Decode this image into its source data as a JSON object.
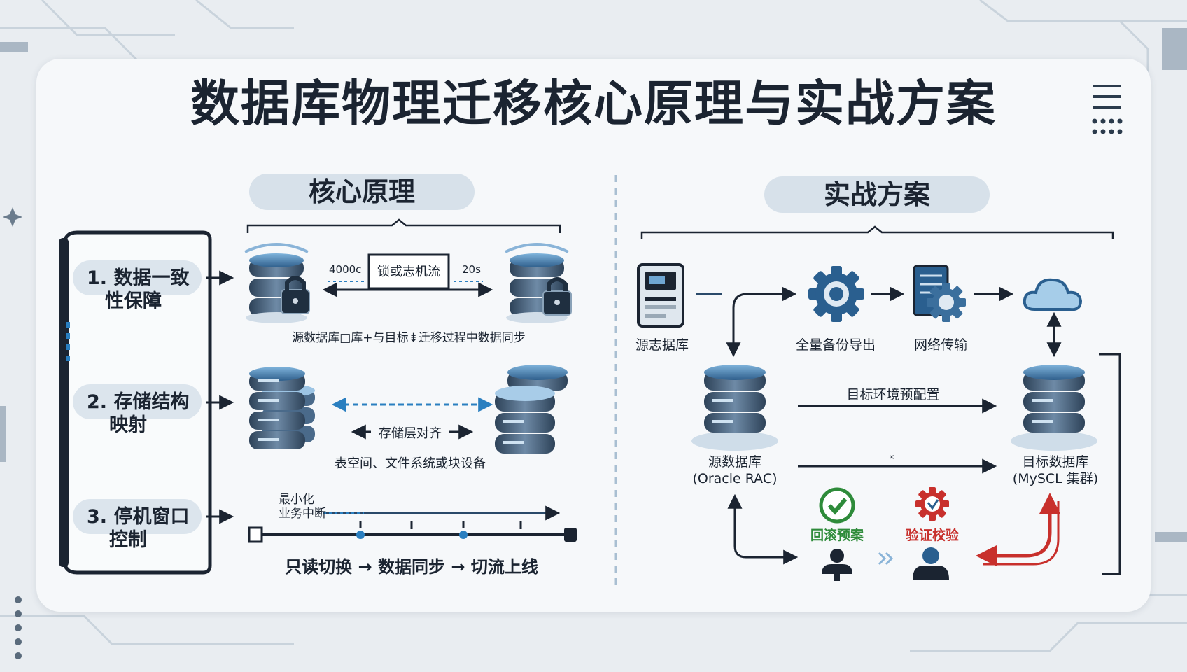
{
  "title": "数据库物理迁移核心原理与实战方案",
  "left_section": {
    "heading": "核心原理",
    "items": [
      {
        "line1": "1. 数据一致",
        "line2": "性保障"
      },
      {
        "line1": "2. 存储结构",
        "line2": "映射"
      },
      {
        "line1": "3. 停机窗口",
        "line2": "控制"
      }
    ],
    "consistency": {
      "lock_box": "锁或志机流",
      "left_tag": "4000c",
      "right_tag": "20s",
      "caption": "源数据库□库+与目标⇟迁移过程中数据同步"
    },
    "storage": {
      "align_label": "存储层对齐",
      "caption": "表空间、文件系统或块设备"
    },
    "downtime": {
      "min_label_1": "最小化",
      "min_label_2": "业务中断",
      "steps": "只读切换 → 数据同步 → 切流上线"
    }
  },
  "right_section": {
    "heading": "实战方案",
    "source_server_label": "源志据库",
    "full_backup_label": "全量备份导出",
    "network_label": "网络传输",
    "target_env_label": "目标环境预配置",
    "source_db": {
      "line1": "源数据库",
      "line2": "(Oracle RAC)"
    },
    "target_db": {
      "line1": "目标数据库",
      "line2": "(MySCL  集群)"
    },
    "rollback_label": "回滚预案",
    "verify_label": "验证校验",
    "tiny_mark": "×"
  },
  "colors": {
    "navy": "#1b2431",
    "accent_blue": "#2a7fc0",
    "pill_bg": "#d7e1ea",
    "green": "#2e8b3a",
    "red": "#c8302c"
  },
  "icons": [
    "database-lock-icon",
    "database-stack-icon",
    "server-icon",
    "gear-icon",
    "document-gear-icon",
    "cloud-icon",
    "check-circle-icon",
    "alert-gear-icon",
    "user-icon"
  ]
}
